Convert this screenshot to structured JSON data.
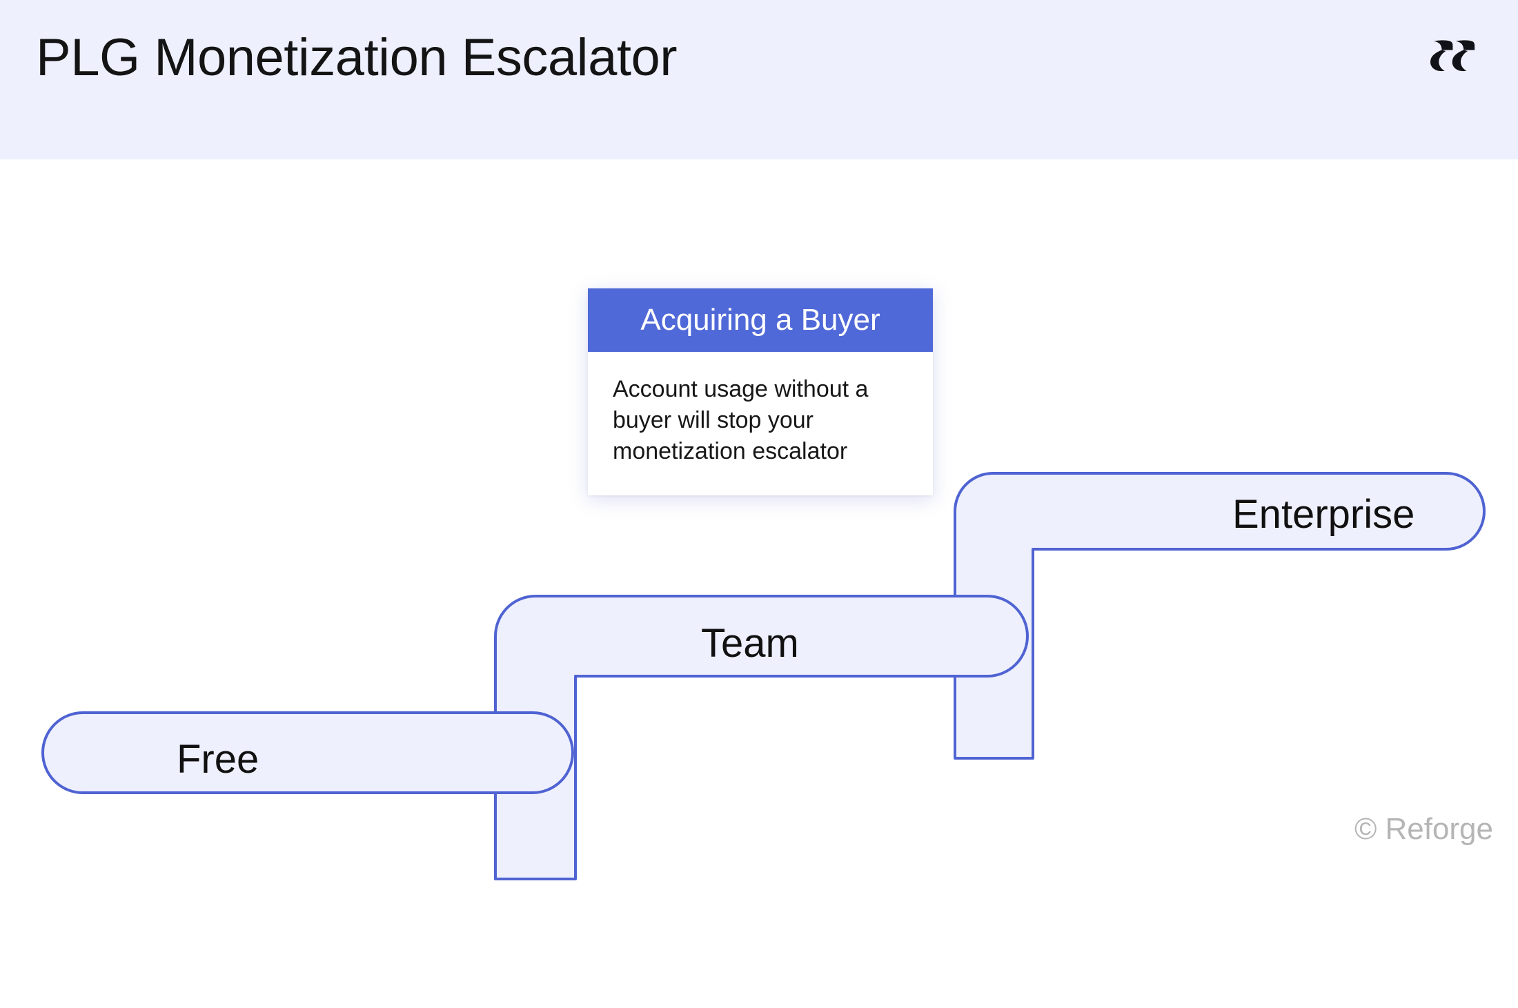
{
  "header": {
    "title": "PLG Monetization Escalator",
    "background_color": "#eef0fd",
    "logo": {
      "icon": "reforge-logo-icon",
      "alt": "Reforge"
    }
  },
  "diagram": {
    "type": "escalator-staircase",
    "step_fill_color": "#eef0fd",
    "step_border_color": "#4f63d2",
    "steps": [
      {
        "id": "free",
        "label": "Free",
        "tier": 1
      },
      {
        "id": "team",
        "label": "Team",
        "tier": 2
      },
      {
        "id": "enterprise",
        "label": "Enterprise",
        "tier": 3
      }
    ]
  },
  "callout": {
    "title": "Acquiring a Buyer",
    "body": "Account usage without a buyer will stop your monetization escalator",
    "header_color": "#5069d8",
    "body_color": "#ffffff"
  },
  "footer": {
    "copyright_mark": "©",
    "copyright_text": "Reforge",
    "color": "#b5b5b5"
  }
}
